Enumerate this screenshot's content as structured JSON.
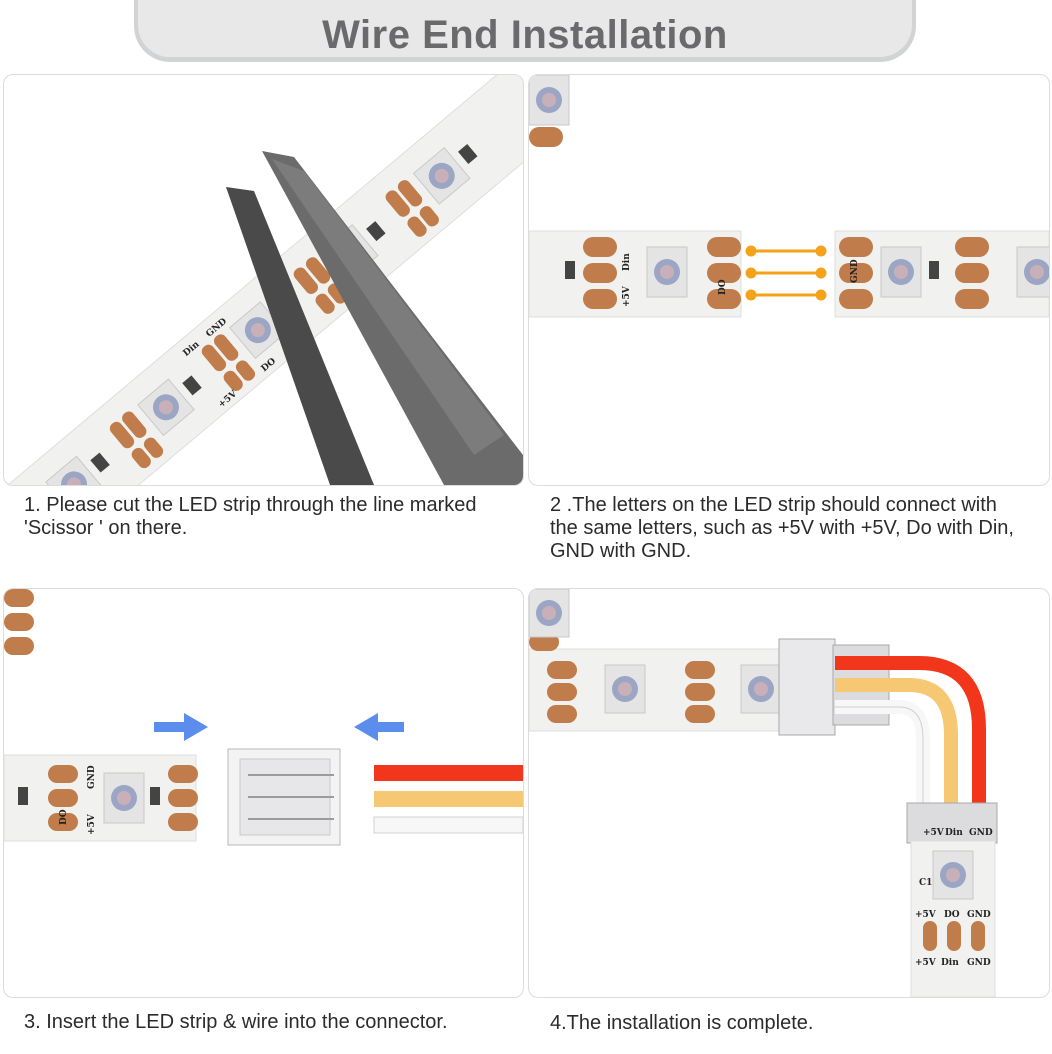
{
  "title": "Wire End Installation",
  "steps": [
    {
      "caption": "1. Please cut the LED strip through the line marked 'Scissor ' on there."
    },
    {
      "caption": "2 .The letters on the LED strip should connect with the same letters, such as +5V with +5V, Do with Din,   GND with GND."
    },
    {
      "caption": "3. Insert the LED strip & wire into the connector."
    },
    {
      "caption": "4.The installation is complete."
    }
  ],
  "strip_labels": {
    "v5": "+5V",
    "din": "Din",
    "do": "DO",
    "gnd": "GND",
    "c1": "C1"
  },
  "colors": {
    "banner": "#e8e8e9",
    "banner_text": "#6a6a6c",
    "strip": "#f1f1ef",
    "pad": "#c07c4a",
    "arrow": "#5b8ded",
    "jumper": "#f5a21b",
    "wire_red": "#f2361b",
    "wire_yellow": "#f7c873",
    "wire_white": "#f3f3f3",
    "scissor": "#5a5a5a"
  }
}
